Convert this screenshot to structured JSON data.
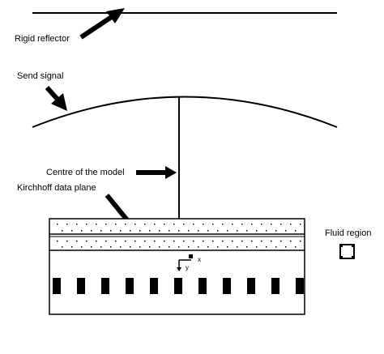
{
  "labels": {
    "rigid_reflector": "Rigid reflector",
    "send_signal": "Send signal",
    "centre_of_model": "Centre of the model",
    "kirchhoff_plane": "Kirchhoff data plane",
    "fluid_region": "Fluid region"
  },
  "axes": {
    "x": "x",
    "y": "y"
  },
  "colors": {
    "line": "#000000",
    "background": "#ffffff"
  },
  "icons": {
    "arrow": "arrow-icon",
    "fluid_region_symbol": "fluid-region-icon",
    "axes_indicator": "coordinate-axes-icon"
  }
}
